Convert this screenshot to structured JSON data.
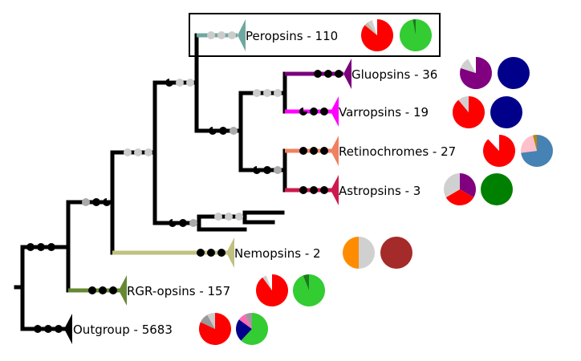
{
  "clades": [
    {
      "id": "peropsins",
      "label": "Peropsins - 110",
      "color": "#6fa8a0",
      "highlighted": true,
      "pie1": [
        {
          "v": 86,
          "c": "#ff0000"
        },
        {
          "v": 4,
          "c": "#c9b8a0"
        },
        {
          "v": 5,
          "c": "#d0d0d0"
        },
        {
          "v": 5,
          "c": "#ffffff"
        }
      ],
      "pie2": [
        {
          "v": 97,
          "c": "#33cc33"
        },
        {
          "v": 3,
          "c": "#1a7a1a"
        }
      ]
    },
    {
      "id": "gluopsins",
      "label": "Gluopsins - 36",
      "color": "#7a007a",
      "pie1": [
        {
          "v": 80,
          "c": "#800080"
        },
        {
          "v": 12,
          "c": "#d0d0d0"
        },
        {
          "v": 8,
          "c": "#ffffff"
        }
      ],
      "pie2": [
        {
          "v": 100,
          "c": "#00008b"
        }
      ]
    },
    {
      "id": "varropsins",
      "label": "Varropsins - 19",
      "color": "#ff00ff",
      "pie1": [
        {
          "v": 89,
          "c": "#ff0000"
        },
        {
          "v": 11,
          "c": "#d0d0d0"
        }
      ],
      "pie2": [
        {
          "v": 100,
          "c": "#00008b"
        }
      ]
    },
    {
      "id": "retinochromes",
      "label": "Retinochromes - 27",
      "color": "#f08060",
      "pie1": [
        {
          "v": 88,
          "c": "#ff0000"
        },
        {
          "v": 12,
          "c": "#ffffff"
        }
      ],
      "pie2": [
        {
          "v": 73,
          "c": "#4682b4"
        },
        {
          "v": 23,
          "c": "#ffc0cb"
        },
        {
          "v": 4,
          "c": "#b8860b"
        }
      ]
    },
    {
      "id": "astropsins",
      "label": "Astropsins - 3",
      "color": "#cc1a4d",
      "pie1": [
        {
          "v": 33.3,
          "c": "#800080"
        },
        {
          "v": 33.3,
          "c": "#ff0000"
        },
        {
          "v": 33.4,
          "c": "#d0d0d0"
        }
      ],
      "pie2": [
        {
          "v": 100,
          "c": "#008000"
        }
      ]
    },
    {
      "id": "nemopsins",
      "label": "Nemopsins - 2",
      "color": "#c0c080",
      "pie1": [
        {
          "v": 50,
          "c": "#d0d0d0"
        },
        {
          "v": 50,
          "c": "#ff8c00"
        }
      ],
      "pie2": [
        {
          "v": 100,
          "c": "#a52a2a"
        }
      ]
    },
    {
      "id": "rgr",
      "label": "RGR-opsins - 157",
      "color": "#668833",
      "pie1": [
        {
          "v": 90,
          "c": "#ff0000"
        },
        {
          "v": 4,
          "c": "#d0d0d0"
        },
        {
          "v": 6,
          "c": "#ffffff"
        }
      ],
      "pie2": [
        {
          "v": 94,
          "c": "#33cc33"
        },
        {
          "v": 6,
          "c": "#1a7a1a"
        }
      ]
    },
    {
      "id": "outgroup",
      "label": "Outgroup - 5683",
      "color": "#000000",
      "pie1": [
        {
          "v": 82,
          "c": "#ff0000"
        },
        {
          "v": 10,
          "c": "#999999"
        },
        {
          "v": 8,
          "c": "#cccccc"
        }
      ],
      "pie2": [
        {
          "v": 62,
          "c": "#33cc33"
        },
        {
          "v": 23,
          "c": "#00008b"
        },
        {
          "v": 8,
          "c": "#ff69b4"
        },
        {
          "v": 7,
          "c": "#999999"
        }
      ]
    }
  ]
}
